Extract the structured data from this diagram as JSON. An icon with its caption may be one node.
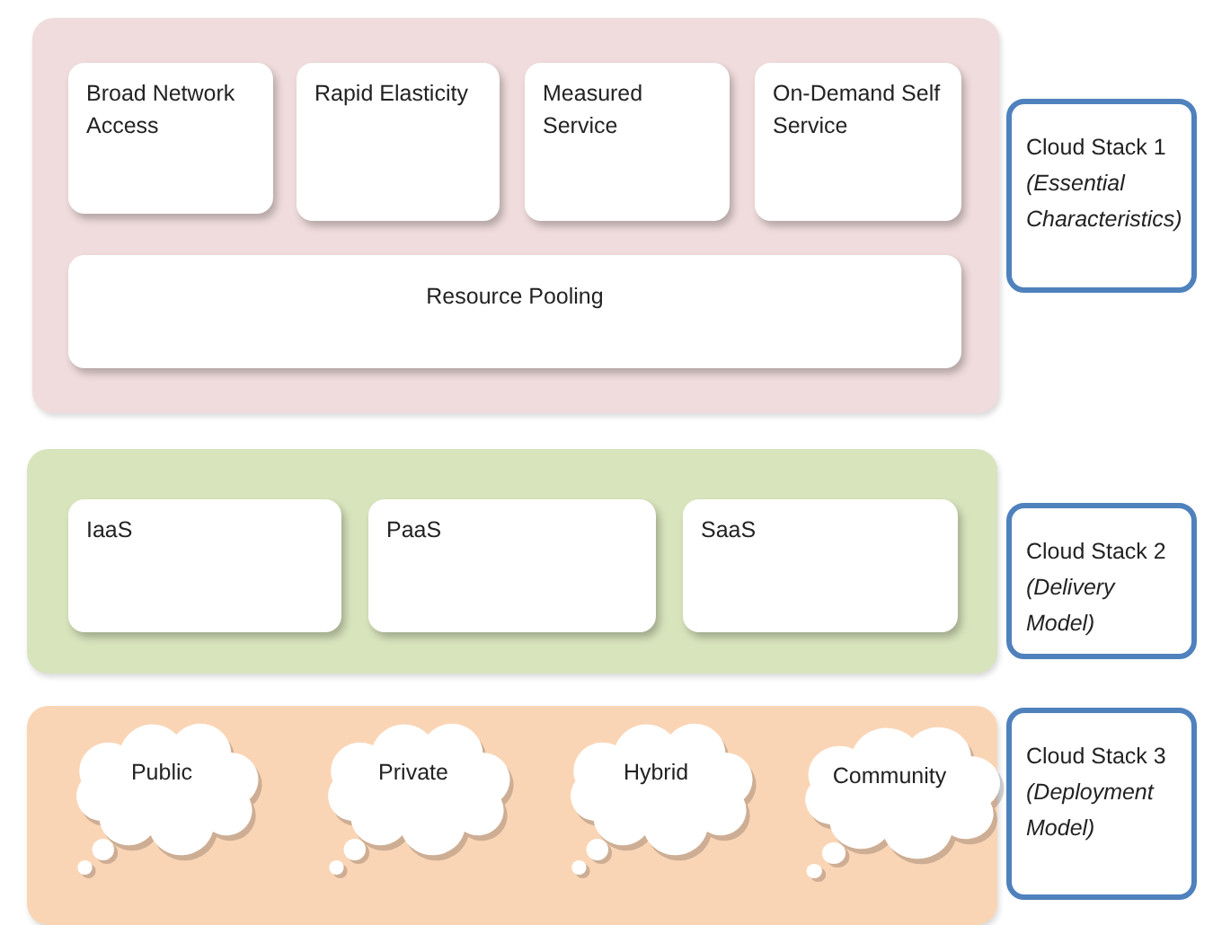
{
  "diagram": {
    "nodes": [
      {
        "text": [],
        "shape": "box"
      },
      {
        "text": [
          "Broad Network Access"
        ],
        "in": 0
      },
      {
        "text": [
          "Rapid Elasticity"
        ],
        "in": 0
      },
      {
        "text": [
          "Measured Service"
        ],
        "in": 0
      },
      {
        "text": [
          "On-Demand Self Service"
        ],
        "in": 0
      },
      {
        "text": [
          "Resource Pooling"
        ],
        "in": 0
      },
      {
        "text": [],
        "shape": "box"
      },
      {
        "text": [
          "IaaS"
        ],
        "in": 6
      },
      {
        "text": [
          "PaaS"
        ],
        "in": 6
      },
      {
        "text": [
          "SaaS"
        ],
        "in": 6
      },
      {
        "text": [],
        "shape": "box"
      },
      {
        "text": [
          "Public"
        ],
        "in": 10
      },
      {
        "text": [
          "Private"
        ],
        "in": 10
      },
      {
        "text": [
          "Hybrid"
        ],
        "in": 10
      },
      {
        "text": [
          "Community"
        ],
        "in": 10
      },
      {
        "text": [
          "Cloud Stack 1",
          "(Essential Characteristics)"
        ]
      },
      {
        "text": [
          "Cloud Stack 2",
          "(Delivery Model)"
        ]
      },
      {
        "text": [
          "Cloud Stack 3",
          "(Deployment Model)"
        ]
      }
    ],
    "edges": []
  }
}
